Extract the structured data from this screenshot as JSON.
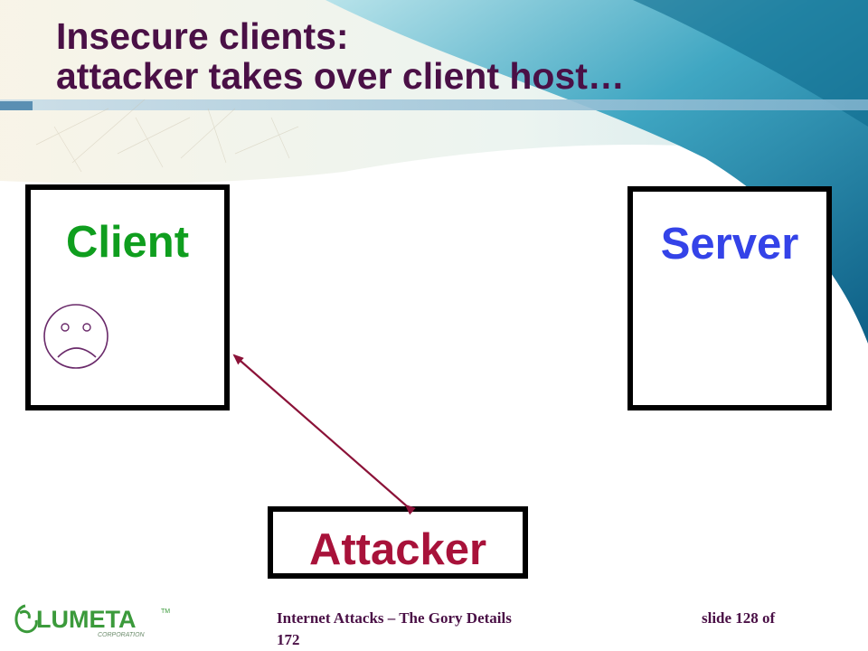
{
  "slide": {
    "title_line1": "Insecure clients:",
    "title_line2": "attacker takes over client host…"
  },
  "diagram": {
    "client_label": "Client",
    "server_label": "Server",
    "attacker_label": "Attacker",
    "client_icon": "frown-face-icon"
  },
  "footer": {
    "logo_text": "LUMETA",
    "logo_sub": "CORPORATION",
    "logo_tm": "TM",
    "title": "Internet Attacks – The Gory Details",
    "slide_label": "slide 128 of",
    "slide_total": "172"
  },
  "colors": {
    "title": "#4a1046",
    "client": "#0f9e1e",
    "server": "#3443e8",
    "attacker": "#a8123a",
    "arrow": "#8b1238",
    "frown": "#6a2a6a",
    "logo": "#3b9a3b"
  }
}
